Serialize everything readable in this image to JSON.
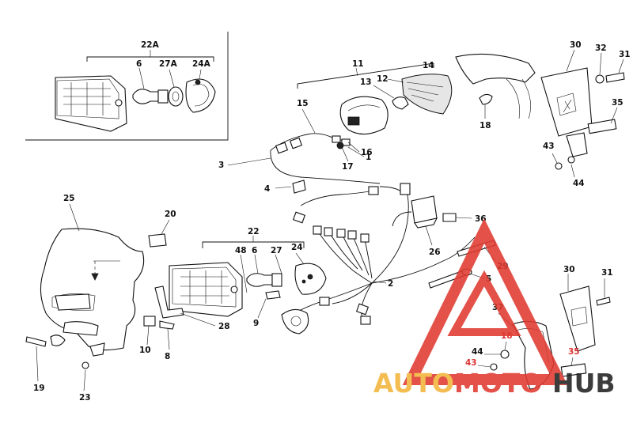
{
  "inset": {
    "group_label": "22A",
    "labels": [
      "6",
      "27A",
      "24A"
    ]
  },
  "groups": {
    "rear_group": "11",
    "front_group": "22"
  },
  "labels": {
    "l1": "1",
    "l2": "2",
    "l3": "3",
    "l4": "4",
    "l5": "5",
    "l6": "6",
    "l8": "8",
    "l9": "9",
    "l10": "10",
    "l12": "12",
    "l13": "13",
    "l14": "14",
    "l15": "15",
    "l16": "16",
    "l17": "17",
    "l18a": "18",
    "l18b": "18",
    "l19": "19",
    "l20": "20",
    "l23": "23",
    "l24": "24",
    "l25": "25",
    "l26": "26",
    "l27": "27",
    "l28": "28",
    "l29": "29",
    "l30a": "30",
    "l30b": "30",
    "l31a": "31",
    "l31b": "31",
    "l32": "32",
    "l35a": "35",
    "l35b": "35",
    "l36": "36",
    "l37": "37",
    "l43a": "43",
    "l43b": "43",
    "l44a": "44",
    "l44b": "44",
    "l48": "48"
  },
  "watermark": {
    "part1": "AUTO",
    "part2": "MOTO",
    "part3": "HUB",
    "colors": {
      "red": "#e03a2f",
      "yellow": "#f3b43a",
      "dark": "#222222"
    }
  }
}
